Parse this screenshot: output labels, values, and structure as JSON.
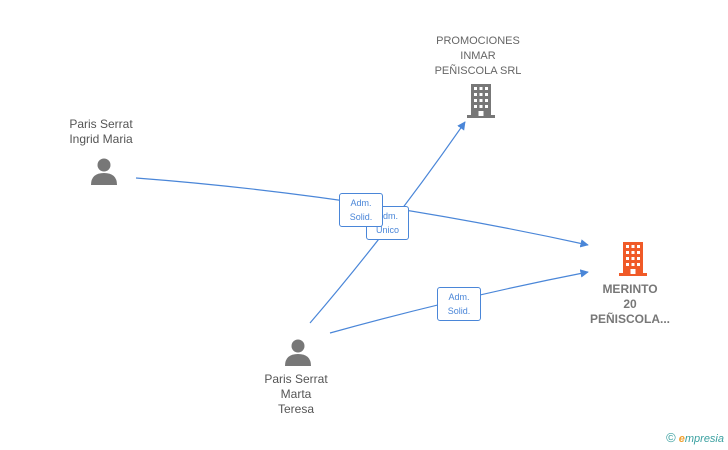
{
  "nodes": {
    "ingrid": {
      "label": "Paris Serrat\nIngrid Maria",
      "icon": "person-icon",
      "color": "#777777"
    },
    "promociones": {
      "label": "PROMOCIONES\nINMAR\nPEÑISCOLA SRL",
      "icon": "building-icon",
      "color": "#777777"
    },
    "merinto": {
      "label": "MERINTO\n20\nPEÑISCOLA...",
      "icon": "building-icon",
      "color": "#f05a28"
    },
    "marta": {
      "label": "Paris Serrat\nMarta\nTeresa",
      "icon": "person-icon",
      "color": "#777777"
    }
  },
  "edges": {
    "ingrid_merinto": {
      "label": "Adm.\nSolid."
    },
    "marta_promociones": {
      "label": "Adm.\nUnico"
    },
    "marta_merinto": {
      "label": "Adm.\nSolid."
    }
  },
  "colors": {
    "edge": "#4a86d8"
  },
  "brand": {
    "copyright": "©",
    "name_initial": "e",
    "name_rest": "mpresia"
  }
}
